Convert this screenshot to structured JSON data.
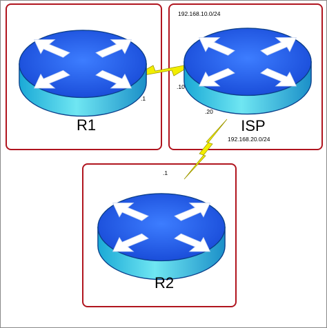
{
  "diagram": {
    "colors": {
      "box_border": "#b0141e",
      "router_top": "#1e5be6",
      "router_side": "#33c7e0",
      "link": "#f2ee00",
      "arrow": "#ffffff"
    },
    "routers": {
      "r1": {
        "name": "R1",
        "icon": "router-icon"
      },
      "isp": {
        "name": "ISP",
        "icon": "router-icon"
      },
      "r2": {
        "name": "R2",
        "icon": "router-icon"
      }
    },
    "networks": {
      "r1_isp": "192.168.10.0/24",
      "isp_r2": "192.168.20.0/24"
    },
    "interfaces": {
      "r1_to_isp": ".1",
      "isp_to_r1": ".10",
      "isp_to_r2": ".20",
      "r2_to_isp": ".1"
    }
  }
}
